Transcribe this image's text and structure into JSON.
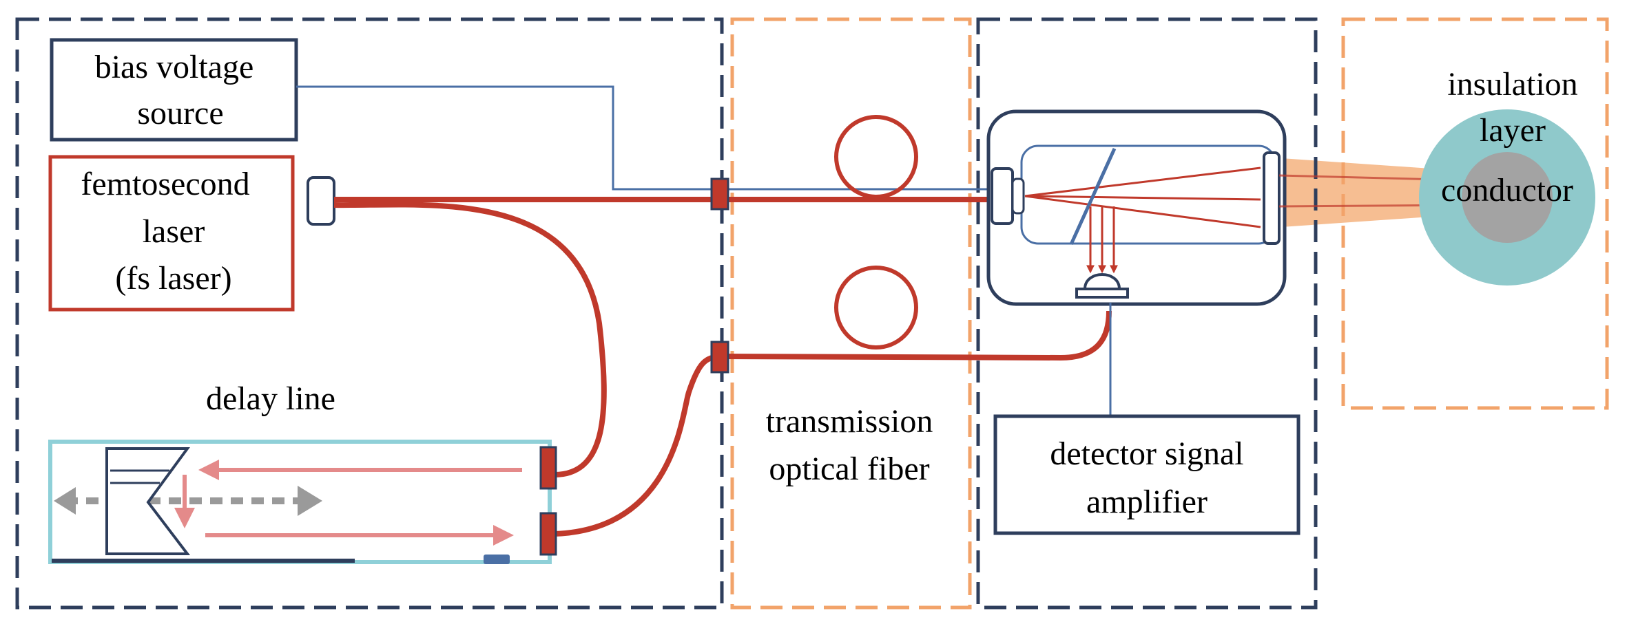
{
  "labels": {
    "bias_line1": "bias voltage",
    "bias_line2": "source",
    "laser_line1": "femtosecond",
    "laser_line2": "laser",
    "laser_line3": "(fs laser)",
    "delay": "delay line",
    "fiber_line1": "transmission",
    "fiber_line2": "optical fiber",
    "amp_line1": "detector signal",
    "amp_line2": "amplifier",
    "insulation_line1": "insulation",
    "insulation_line2": "layer",
    "conductor": "conductor"
  },
  "colors": {
    "frame_dark": "#2e3e5c",
    "frame_orange": "#f2a36a",
    "laser_red": "#c0392b",
    "arrow_pink": "#e48a8a",
    "delay_teal": "#8fd0d8",
    "insulation_teal": "#8fc9cb",
    "conductor_gray": "#a3a3a3",
    "beam_orange": "#f5b37f",
    "wire_blue": "#4a6fa5"
  }
}
